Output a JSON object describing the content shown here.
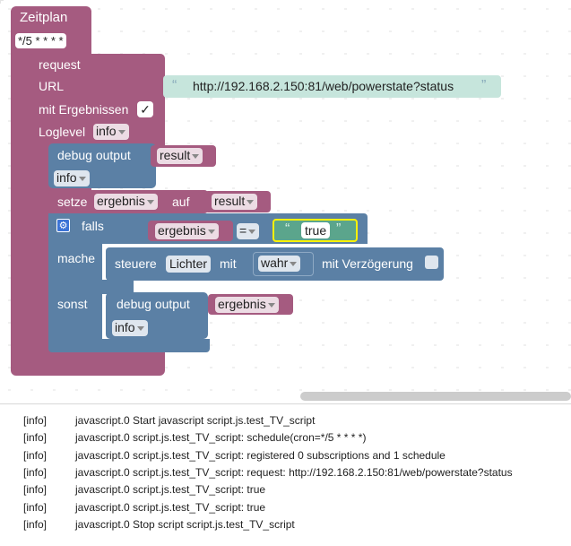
{
  "colors": {
    "trigger_block": "#a55b80",
    "request_block": "#a55b80",
    "debug_block": "#5b80a5",
    "variable_block": "#a55b80",
    "logic_block": "#5b80a5",
    "text_block": "#5ba58c",
    "highlight": "#fff200"
  },
  "blocks": {
    "schedule": {
      "title": "Zeitplan",
      "cron": "*/5 * * * *"
    },
    "request": {
      "title": "request",
      "url_label": "URL",
      "url_value": "http://192.168.2.150:81/web/powerstate?status",
      "results_label": "mit Ergebnissen",
      "results_checked": "✓",
      "loglevel_label": "Loglevel",
      "loglevel_value": "info"
    },
    "debug1": {
      "title": "debug output",
      "var": "result",
      "level": "info"
    },
    "set": {
      "prefix": "setze",
      "var": "ergebnis",
      "mid": "auf",
      "value": "result"
    },
    "if": {
      "falls": "falls",
      "cond_var": "ergebnis",
      "op": "=",
      "cond_value": "true",
      "mache": "mache",
      "sonst": "sonst"
    },
    "control": {
      "title": "steuere",
      "device": "Lichter",
      "with": "mit",
      "value": "wahr",
      "delay": "mit Verzögerung"
    },
    "debug2": {
      "title": "debug output",
      "var": "ergebnis",
      "level": "info"
    }
  },
  "quote_open": "“",
  "quote_close": "”",
  "log": [
    {
      "level": "[info]",
      "message": "javascript.0 Start javascript script.js.test_TV_script"
    },
    {
      "level": "[info]",
      "message": "javascript.0 script.js.test_TV_script: schedule(cron=*/5 * * * *)"
    },
    {
      "level": "[info]",
      "message": "javascript.0 script.js.test_TV_script: registered 0 subscriptions and 1 schedule"
    },
    {
      "level": "[info]",
      "message": "javascript.0 script.js.test_TV_script: request: http://192.168.2.150:81/web/powerstate?status"
    },
    {
      "level": "[info]",
      "message": "javascript.0 script.js.test_TV_script: true"
    },
    {
      "level": "[info]",
      "message": "javascript.0 script.js.test_TV_script: true"
    },
    {
      "level": "[info]",
      "message": "javascript.0 Stop script script.js.test_TV_script"
    }
  ]
}
